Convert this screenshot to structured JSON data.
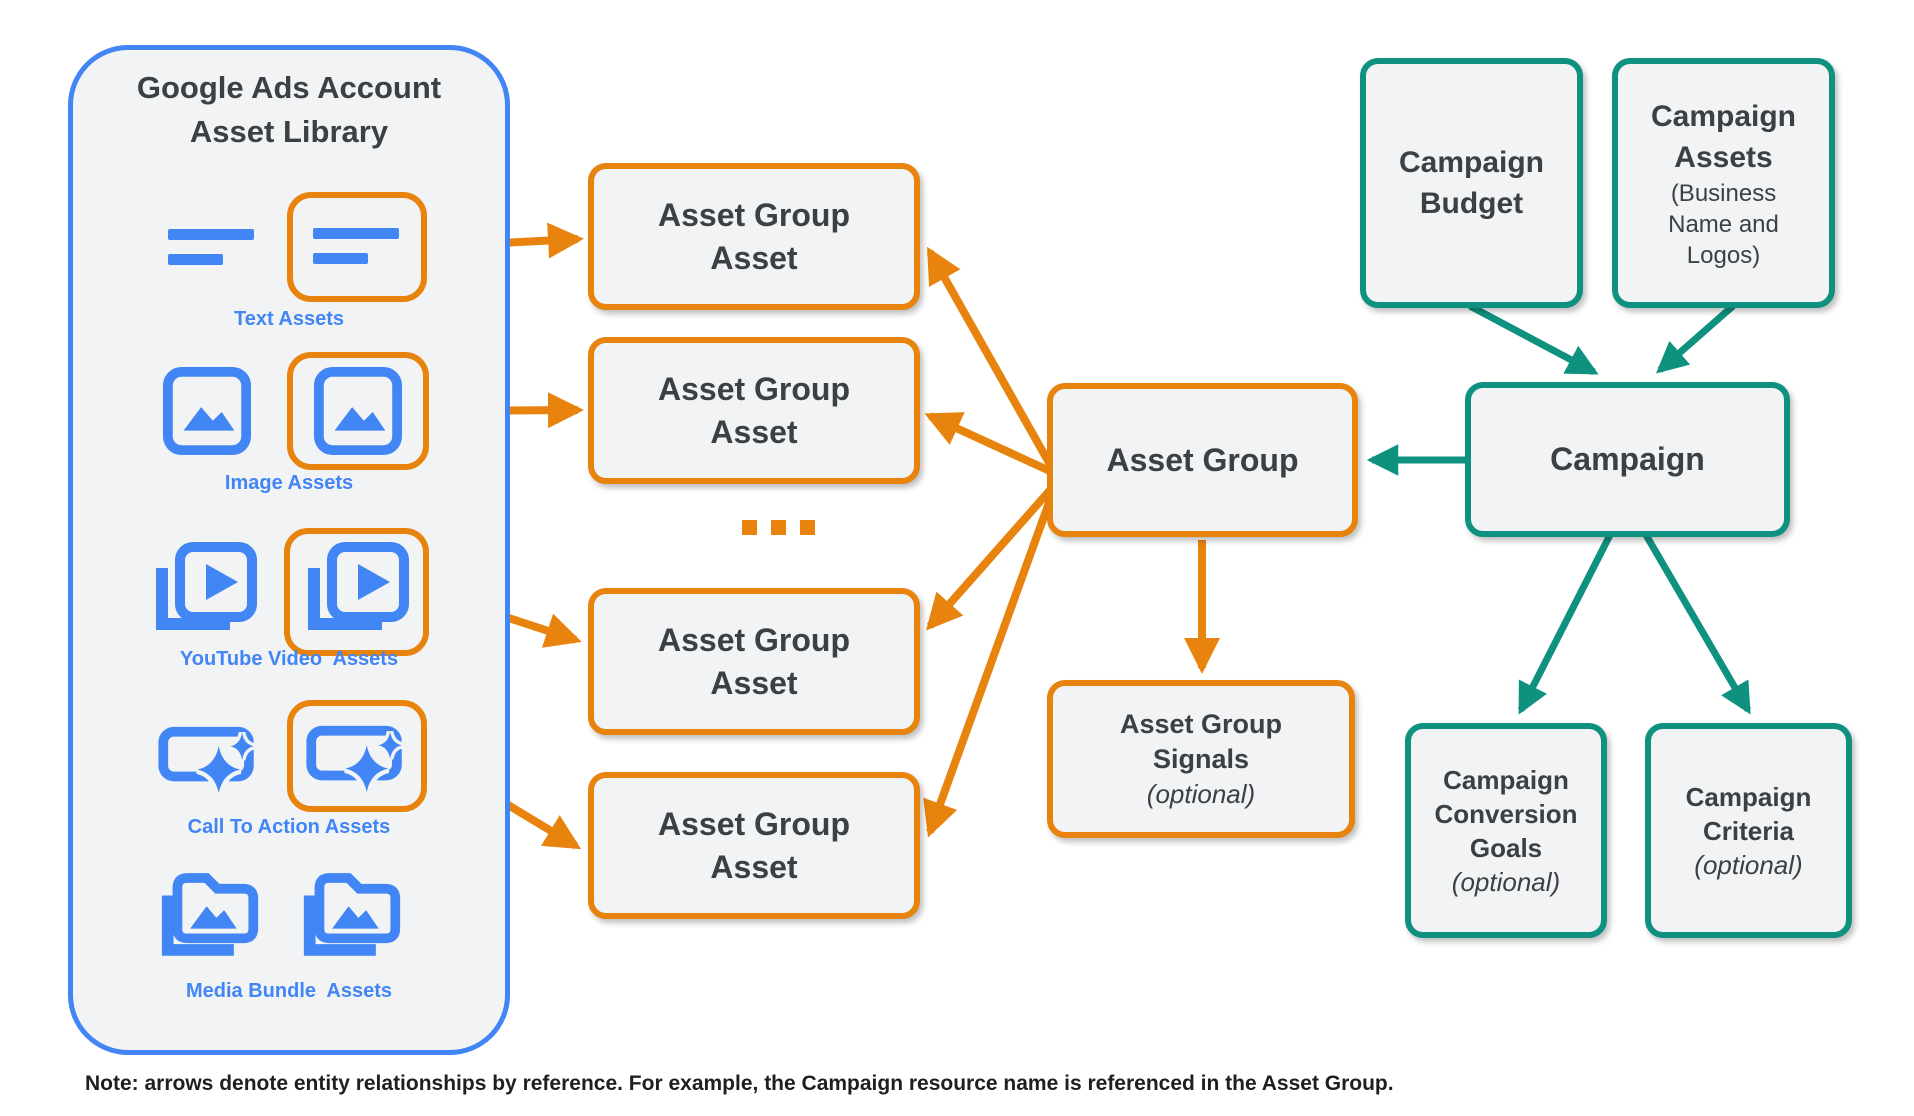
{
  "colors": {
    "blue": "#4285F4",
    "orange": "#E8830D",
    "teal": "#0F9180",
    "fill": "#F1F3F4",
    "ink": "#3C4043",
    "note": "#1F1F1F"
  },
  "library": {
    "title_line1": "Google Ads Account",
    "title_line2": "Asset Library",
    "rows": [
      {
        "label": "Text Assets",
        "icon": "text-asset-icon"
      },
      {
        "label": "Image Assets",
        "icon": "image-asset-icon"
      },
      {
        "label": "YouTube Video  Assets",
        "icon": "youtube-video-asset-icon"
      },
      {
        "label": "Call To Action Assets",
        "icon": "call-to-action-asset-icon"
      },
      {
        "label": "Media Bundle  Assets",
        "icon": "media-bundle-asset-icon"
      }
    ]
  },
  "asset_group_assets": {
    "box_line1": "Asset Group",
    "box_line2": "Asset",
    "ellipsis": "..."
  },
  "asset_group": {
    "label": "Asset Group"
  },
  "asset_group_signals": {
    "line1": "Asset Group",
    "line2": "Signals",
    "line3": "(optional)"
  },
  "campaign_budget": {
    "line1": "Campaign",
    "line2": "Budget"
  },
  "campaign_assets": {
    "line1": "Campaign",
    "line2": "Assets",
    "sub1": "(Business",
    "sub2": "Name and",
    "sub3": "Logos)"
  },
  "campaign": {
    "label": "Campaign"
  },
  "campaign_conversion_goals": {
    "line1": "Campaign",
    "line2": "Conversion",
    "line3": "Goals",
    "line4": "(optional)"
  },
  "campaign_criteria": {
    "line1": "Campaign",
    "line2": "Criteria",
    "line3": "(optional)"
  },
  "note": "Note: arrows denote entity relationships by reference. For example, the Campaign resource name is referenced in the Asset Group."
}
